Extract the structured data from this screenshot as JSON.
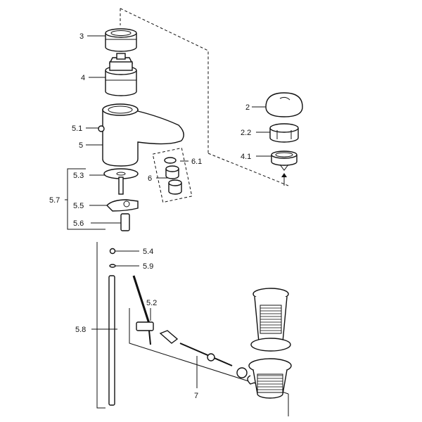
{
  "labels": {
    "p3": "3",
    "p4": "4",
    "p5_1": "5.1",
    "p5": "5",
    "p5_3": "5.3",
    "p5_7": "5.7",
    "p5_5": "5.5",
    "p5_6": "5.6",
    "p5_4": "5.4",
    "p5_9": "5.9",
    "p5_2": "5.2",
    "p5_8": "5.8",
    "p6_1": "6.1",
    "p6": "6",
    "p2": "2",
    "p2_2": "2.2",
    "p4_1": "4.1",
    "p7": "7"
  }
}
